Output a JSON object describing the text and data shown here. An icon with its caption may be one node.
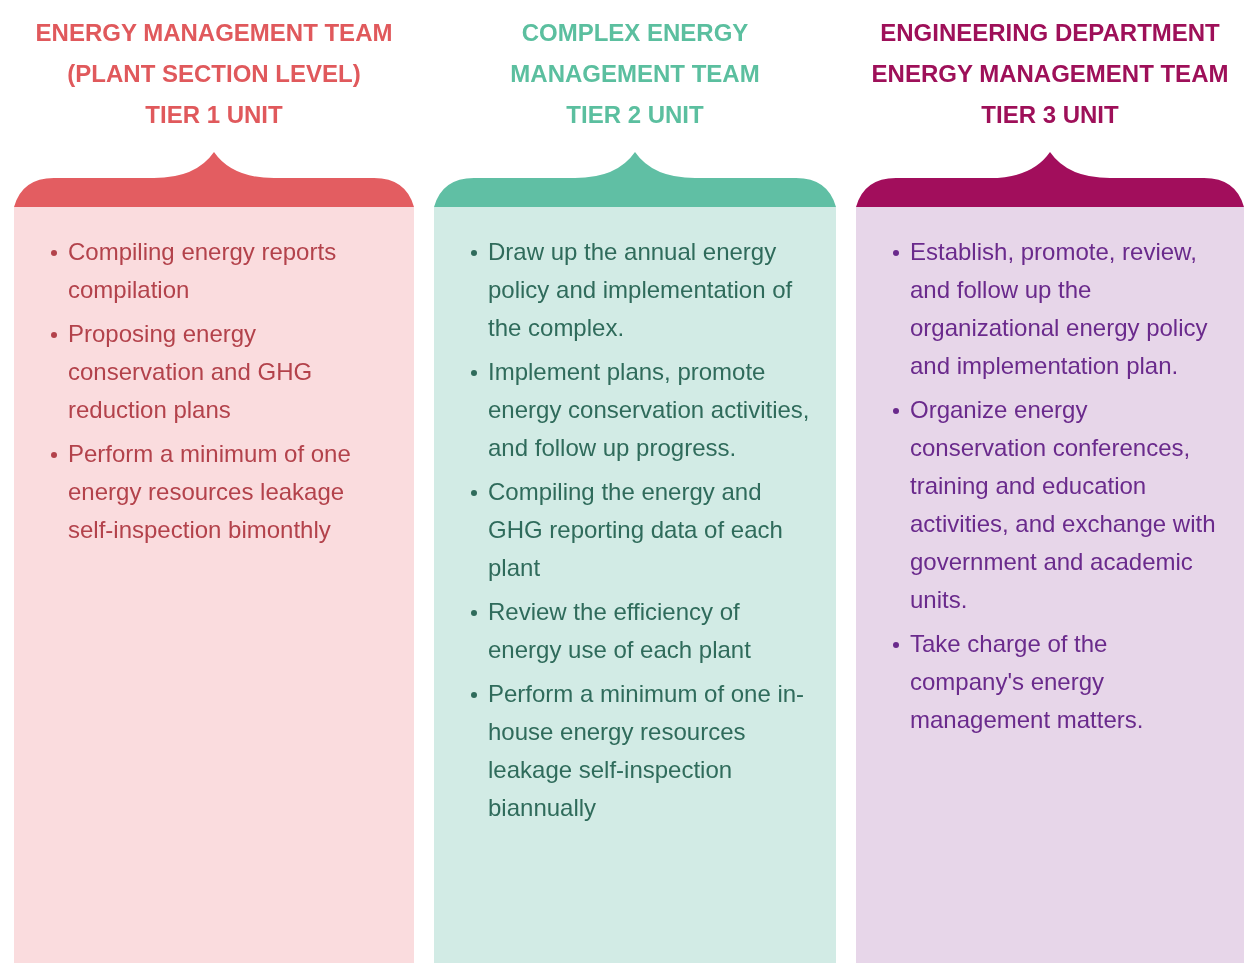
{
  "diagram": {
    "nodes": [
      {
        "text": [
          "ENERGY MANAGEMENT TEAM (PLANT SECTION LEVEL)",
          "TIER 1 UNIT",
          "Compiling energy reports compilation",
          "Proposing energy conservation and GHG reduction plans",
          "Perform a minimum of one energy resources leakage self-inspection bimonthly"
        ]
      },
      {
        "text": [
          "COMPLEX ENERGY MANAGEMENT TEAM",
          "TIER 2 UNIT",
          "Draw up the annual energy policy and implementation of the complex.",
          "Implement plans, promote energy conservation activities, and follow up progress.",
          "Compiling the energy and GHG reporting data of each plant",
          "Review the efficiency of energy use of each plant",
          "Perform a minimum of one in-house energy resources leakage self-inspection biannually"
        ]
      },
      {
        "text": [
          "ENGINEERING DEPARTMENT ENERGY MANAGEMENT TEAM",
          "TIER 3 UNIT",
          "Establish, promote, review, and follow up the organizational energy policy and implementation plan.",
          "Organize energy conservation conferences, training and education activities, and exchange with government and academic units.",
          "Take charge of the company's energy management matters."
        ]
      }
    ]
  }
}
